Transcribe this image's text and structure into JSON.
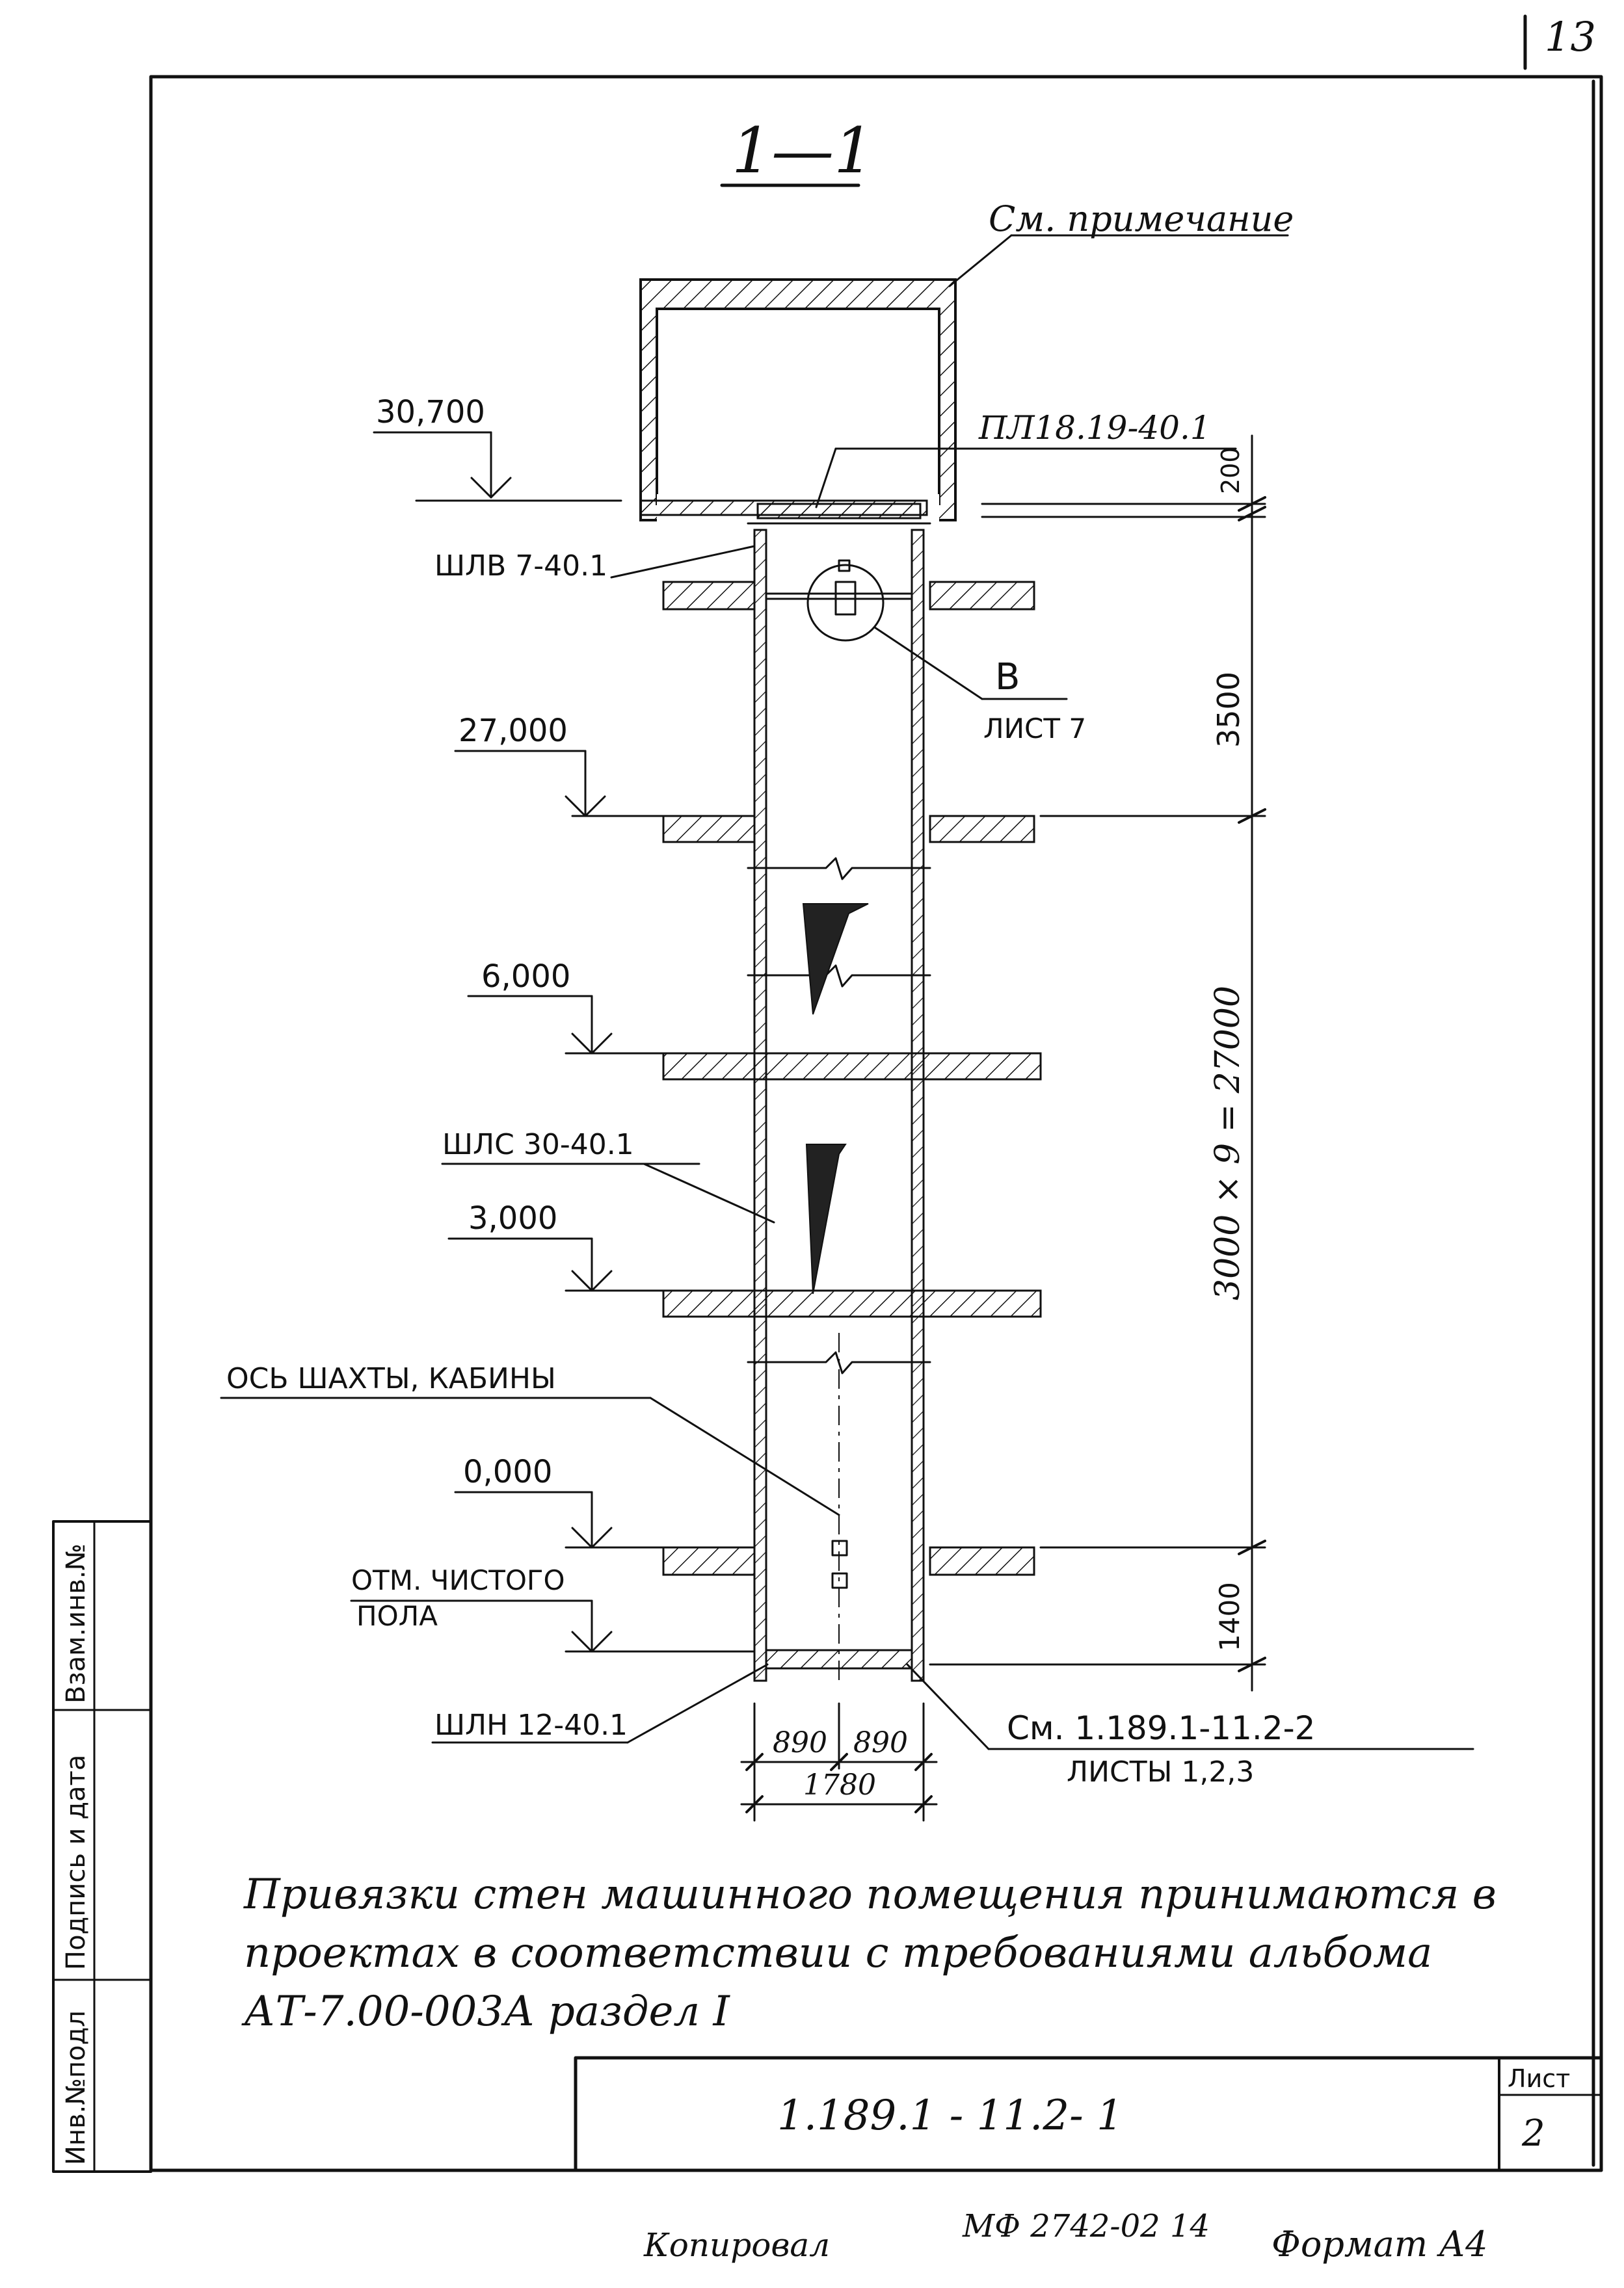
{
  "page_number": "13",
  "section_title": "1—1",
  "callouts": {
    "see_note": "См. примечание",
    "slab": "ПЛ18.19-40.1",
    "upper_shaft": "ШЛВ 7-40.1",
    "detail_letter": "В",
    "detail_sheet": "ЛИСТ 7",
    "middle_shaft": "ШЛС 30-40.1",
    "axis_label": "ОСЬ ШАХТЫ, КАБИНЫ",
    "floor_label_1": "ОТМ. ЧИСТОГО",
    "floor_label_2": "ПОЛА",
    "pit_shaft": "ШЛН 12-40.1",
    "see_ref": "См. 1.189.1-11.2-2",
    "see_ref_sheets": "ЛИСТЫ 1,2,3"
  },
  "elevations": [
    "30,700",
    "27,000",
    "6,000",
    "3,000",
    "0,000"
  ],
  "dimensions": {
    "top": "200",
    "upper": "3500",
    "middle": "3000 × 9 = 27000",
    "pit": "1400",
    "half_left": "890",
    "half_right": "890",
    "width": "1780"
  },
  "note": {
    "line1": "Привязки стен машинного помещения принимаются в",
    "line2": "проектах в соответствии с требованиями альбома",
    "line3": "АТ-7.00-003А раздел I"
  },
  "side_stamp": {
    "inv_orig": "Инв.№подл",
    "sign_date": "Подпись и дата",
    "inv_repl": "Взам.инв.№"
  },
  "title_block": {
    "designation": "1.189.1 - 11.2- 1",
    "sheet_label": "Лист",
    "sheet_number": "2"
  },
  "footer": {
    "copied": "Копировал",
    "code": "МФ 2742-02 14",
    "format": "Формат А4"
  }
}
